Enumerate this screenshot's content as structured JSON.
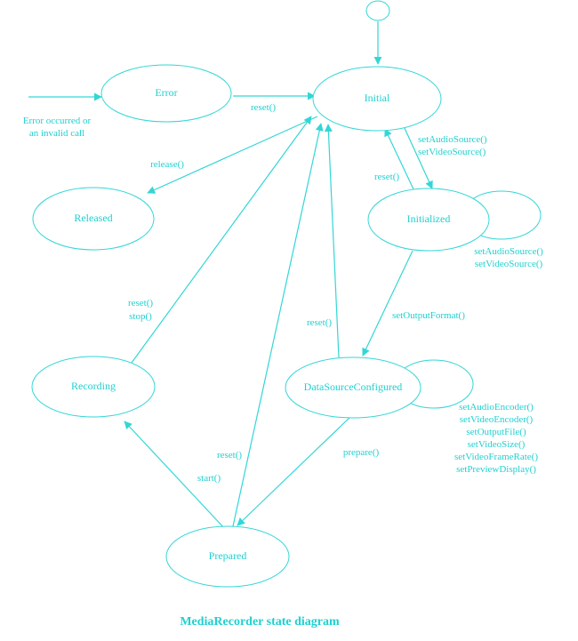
{
  "diagram": {
    "caption": "MediaRecorder state diagram",
    "accent_color": "#33d6d6",
    "text_color": "#20d0d0",
    "states": {
      "error": "Error",
      "initial": "Initial",
      "released": "Released",
      "initialized": "Initialized",
      "recording": "Recording",
      "data_source_configured": "DataSourceConfigured",
      "prepared": "Prepared"
    },
    "transitions": {
      "error_entry": [
        "Error occurred or",
        "an invalid call"
      ],
      "error_to_initial": [
        "reset()"
      ],
      "initial_to_released": [
        "release()"
      ],
      "initial_to_initialized": [
        "setAudioSource()",
        "setVideoSource()"
      ],
      "initialized_to_initial": [
        "reset()"
      ],
      "initialized_self": [
        "setAudioSource()",
        "setVideoSource()"
      ],
      "initialized_to_configured": [
        "setOutputFormat()"
      ],
      "configured_to_initial": [
        "reset()"
      ],
      "configured_self": [
        "setAudioEncoder()",
        "setVideoEncoder()",
        "setOutputFile()",
        "setVideoSize()",
        "setVideoFrameRate()",
        "setPreviewDisplay()"
      ],
      "recording_to_initial": [
        "reset()",
        "stop()"
      ],
      "configured_to_prepared": [
        "prepare()"
      ],
      "prepared_to_initial": [
        "reset()"
      ],
      "prepared_to_recording": [
        "start()"
      ]
    }
  }
}
